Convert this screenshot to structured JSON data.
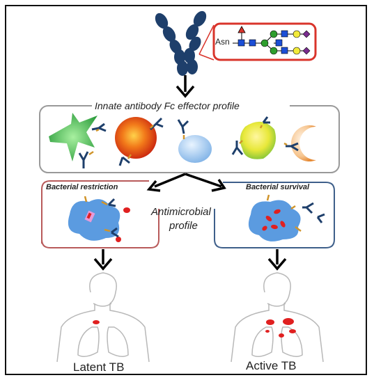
{
  "glycan": {
    "asn_label": "Asn"
  },
  "effector_box": {
    "title": "Innate antibody Fc effector profile"
  },
  "center": {
    "line1": "Antimicrobial",
    "line2": "profile"
  },
  "left_box": {
    "title": "Bacterial restriction",
    "outcome": "Latent TB",
    "border_color": "#b85a5a"
  },
  "right_box": {
    "title": "Bacterial survival",
    "outcome": "Active TB",
    "border_color": "#3e5f8a"
  },
  "colors": {
    "antibody": "#1e3f6b",
    "glycan_blue": "#1c4fd6",
    "glycan_green": "#2e9e2e",
    "glycan_yellow": "#f2ea3a",
    "glycan_purple": "#7a2d8f",
    "callout_red": "#d9342b",
    "bacteria_red": "#e02020"
  }
}
